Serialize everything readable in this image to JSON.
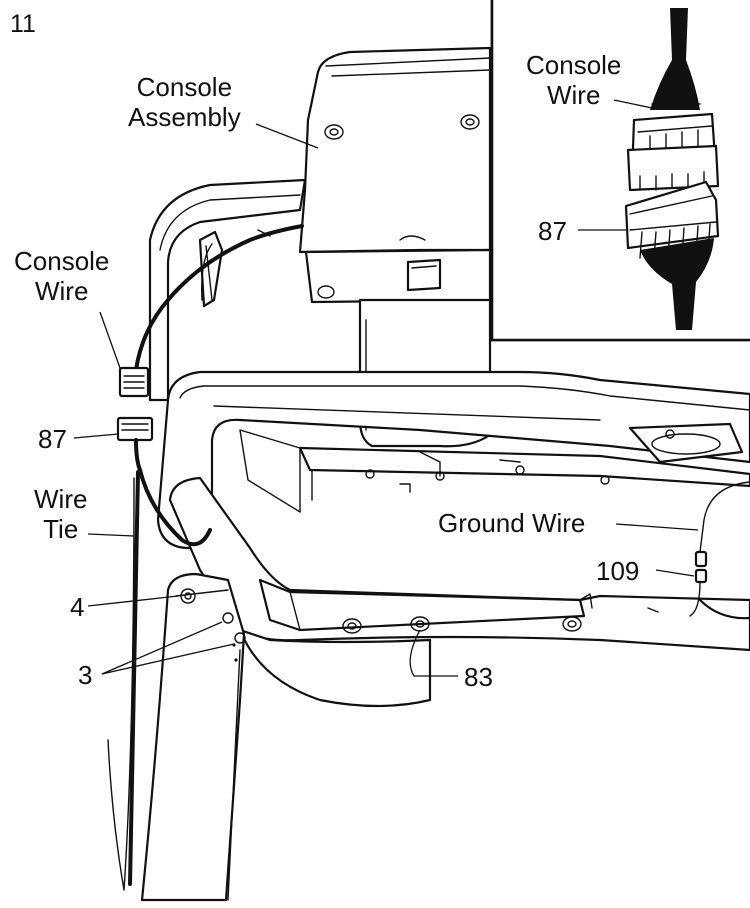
{
  "step_number": "11",
  "labels": {
    "console_assembly": [
      "Console",
      "Assembly"
    ],
    "console_wire_main": [
      "Console",
      "Wire"
    ],
    "part_87_main": "87",
    "wire_tie": [
      "Wire",
      "Tie"
    ],
    "part_4": "4",
    "part_3": "3",
    "part_83": "83",
    "ground_wire": "Ground Wire",
    "part_109": "109",
    "inset_console_wire": [
      "Console",
      "Wire"
    ],
    "inset_part_87": "87"
  }
}
